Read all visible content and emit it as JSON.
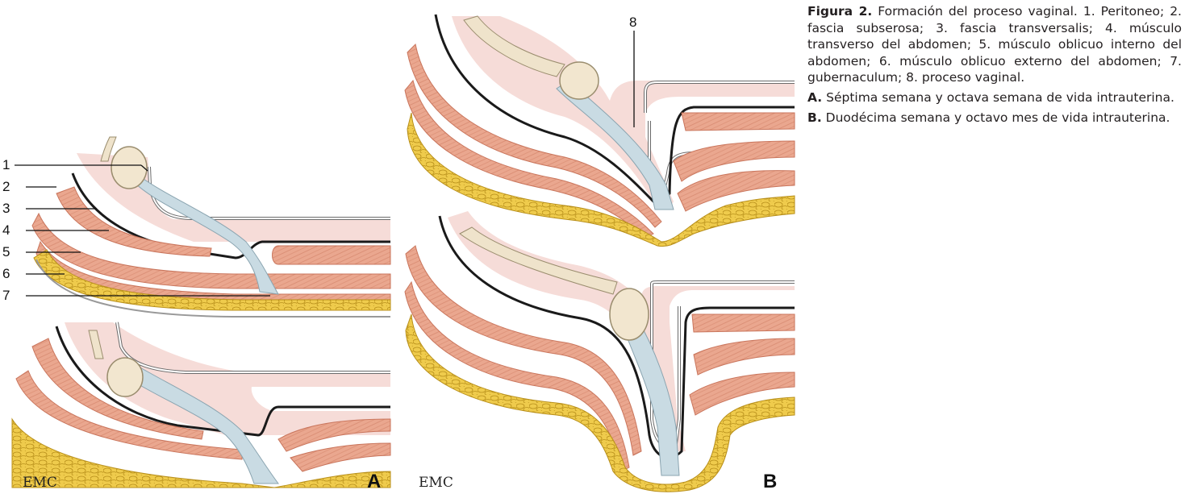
{
  "labels": {
    "l1": "1",
    "l2": "2",
    "l3": "3",
    "l4": "4",
    "l5": "5",
    "l6": "6",
    "l7": "7",
    "l8": "8"
  },
  "panels": {
    "a": "A",
    "b": "B"
  },
  "watermark": "EMC",
  "caption": {
    "fig_label": "Figura 2.",
    "fig_title": " Formación del proceso vaginal.",
    "legend": "1. Peritoneo; 2. fascia subserosa; 3. fascia transversalis; 4. músculo transverso del abdomen; 5. músculo oblicuo interno del abdomen; 6. músculo oblicuo externo del abdomen; 7. gubernaculum; 8. proceso vaginal.",
    "a_label": "A.",
    "a_text": " Séptima semana y octava semana de vida intrauterina.",
    "b_label": "B.",
    "b_text": " Duodécima semana y octavo mes de vida intrauterina."
  },
  "colors": {
    "muscle": "#e9a58d",
    "muscle_line": "#c9755c",
    "subserosa": "#f5d9d6",
    "fat": "#eec94a",
    "fat_line": "#b88f1a",
    "testis": "#f2e6cf",
    "gubernaculum": "#c9dbe3",
    "fascia": "#1a1a1a"
  }
}
